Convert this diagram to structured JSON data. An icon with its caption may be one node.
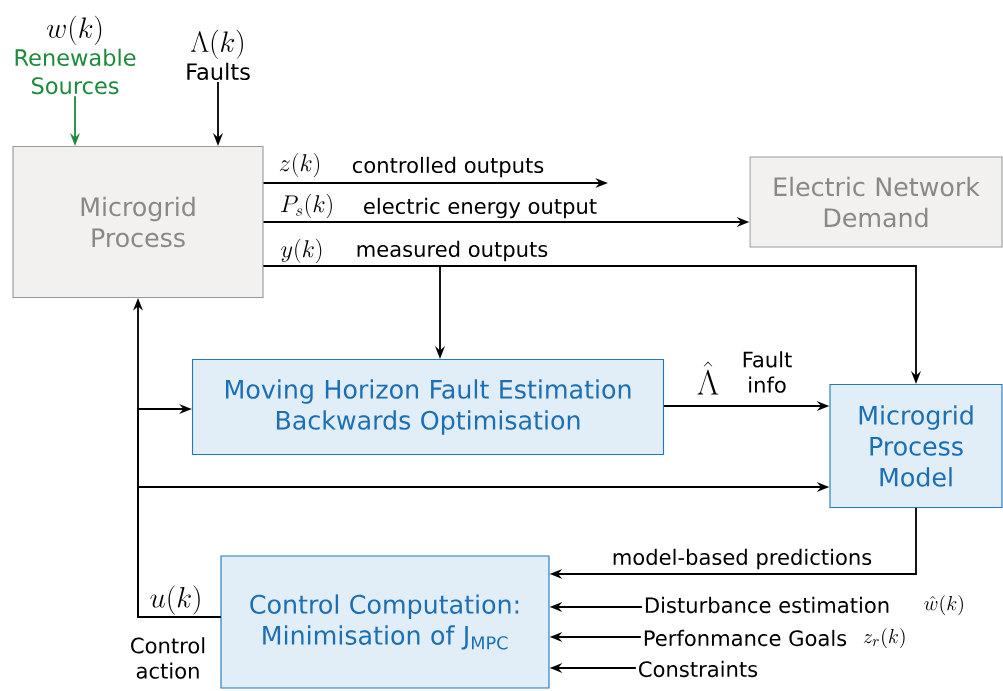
{
  "diagram": {
    "nodes": [
      {
        "text": [
          "Microgrid Process"
        ]
      },
      {
        "text": [
          "Electric Network Demand"
        ]
      },
      {
        "text": [
          "Moving Horizon Fault Estimation Backwards Optimisation"
        ]
      },
      {
        "text": [
          "Microgrid Process Model"
        ]
      },
      {
        "text": [
          "Control Computation: Minimisation of J$_{MPC}$"
        ]
      },
      {
        "text": [
          "w(k)",
          "Renewable Sources"
        ]
      },
      {
        "text": [
          "\\Lambda(k)",
          "Faults"
        ]
      },
      {
        "text": [
          "Disturbance estimation"
        ],
        "beside": [
          "\\hat{w}(k)"
        ]
      },
      {
        "text": [
          "Perfonmance Goals"
        ],
        "beside": [
          "z_r(k)"
        ]
      },
      {
        "text": [
          "Constraints"
        ]
      }
    ],
    "edges": [
      {
        "from": 5,
        "to": 0,
        "arrow": "to",
        "color": "#1e8a3c"
      },
      {
        "from": 6,
        "to": 0,
        "arrow": "to"
      },
      {
        "from": 0,
        "to": null,
        "arrow": "to",
        "label": "controlled outputs"
      },
      {
        "from": 0,
        "to": 1,
        "arrow": "to",
        "label": "electric energy output"
      },
      {
        "from": 0,
        "to": 2,
        "arrow": "to",
        "label": "measured outputs"
      },
      {
        "from": 0,
        "to": 3,
        "arrow": "to"
      },
      {
        "from": 2,
        "to": 3,
        "arrow": "to",
        "label": "Fault info"
      },
      {
        "from": 4,
        "to": 0,
        "arrow": "to",
        "label": "Control action"
      },
      {
        "from": 4,
        "to": 2,
        "arrow": "to"
      },
      {
        "from": 4,
        "to": 3,
        "arrow": "to"
      },
      {
        "from": 3,
        "to": 4,
        "arrow": "to",
        "label": "model-based predictions"
      },
      {
        "from": 7,
        "to": 4,
        "arrow": "to"
      },
      {
        "from": 8,
        "to": 4,
        "arrow": "to"
      },
      {
        "from": 9,
        "to": 4,
        "arrow": "to"
      }
    ],
    "labels": [
      "z(k)",
      "P_s(k)",
      "y(k)",
      "\\hat{\\Lambda}",
      "u(k)"
    ]
  }
}
